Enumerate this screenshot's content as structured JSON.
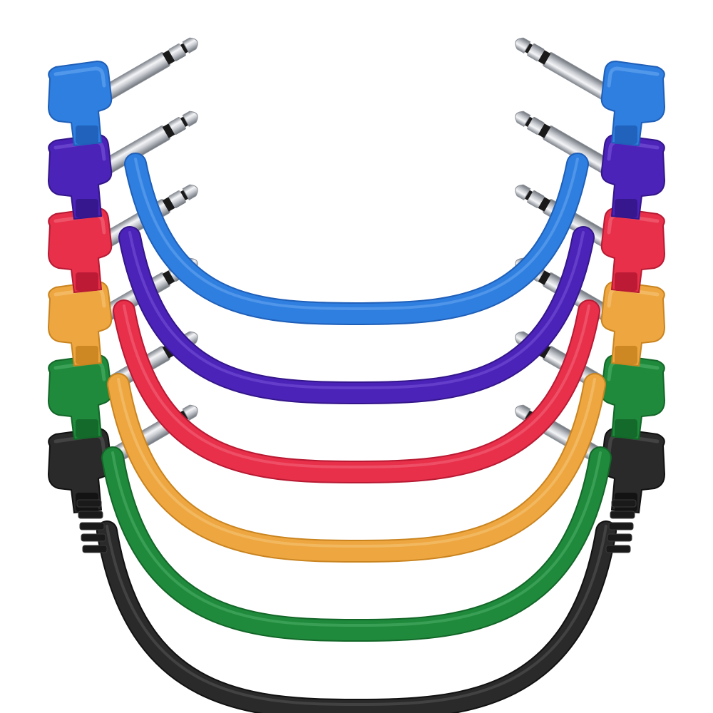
{
  "image": {
    "subject": "patch-cables",
    "background_color": "#ffffff",
    "cables": [
      {
        "id": "blue",
        "color": "#2f7fe0",
        "shade": "#1f5fb8",
        "highlight": "#6aa8f0"
      },
      {
        "id": "purple",
        "color": "#4b23b8",
        "shade": "#34168a",
        "highlight": "#7a55d8"
      },
      {
        "id": "red",
        "color": "#e8304a",
        "shade": "#b81a33",
        "highlight": "#f26a7d"
      },
      {
        "id": "orange",
        "color": "#eea640",
        "shade": "#c98420",
        "highlight": "#f6c67a"
      },
      {
        "id": "green",
        "color": "#1f8a3c",
        "shade": "#136628",
        "highlight": "#4fb168"
      },
      {
        "id": "black",
        "color": "#2a2a2a",
        "shade": "#111111",
        "highlight": "#555555"
      }
    ],
    "plug_metal": {
      "base": "#c9ccd1",
      "light": "#f4f5f7",
      "dark": "#7f848c",
      "ring": "#1a1a1a"
    }
  }
}
